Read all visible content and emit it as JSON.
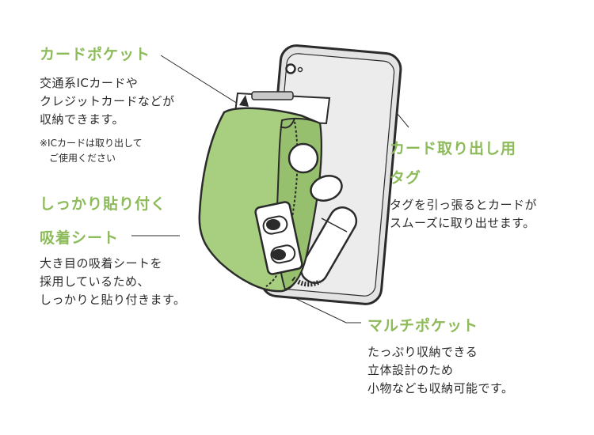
{
  "sections": {
    "card_pocket": {
      "title": "カードポケット",
      "body": "交通系ICカードや\nクレジットカードなどが\n収納できます。",
      "note": "※ICカードは取り出して\n　ご使用ください"
    },
    "adhesive_sheet": {
      "title_line1": "しっかり貼り付く",
      "title_line2": "吸着シート",
      "body": "大き目の吸着シートを\n採用しているため、\nしっかりと貼り付きます。"
    },
    "card_tag": {
      "title_line1": "カード取り出し用",
      "title_line2": "タグ",
      "body": "タグを引っ張るとカードが\nスムーズに取り出せます。"
    },
    "multi_pocket": {
      "title": "マルチポケット",
      "body": "たっぷり収納できる\n立体設計のため\n小物なども収納可能です。"
    }
  },
  "colors": {
    "accent_green": "#8dbb5a",
    "pouch_green": "#a8cf7f",
    "phone_gray": "#e3e3e3",
    "text": "#2b2b2b"
  }
}
